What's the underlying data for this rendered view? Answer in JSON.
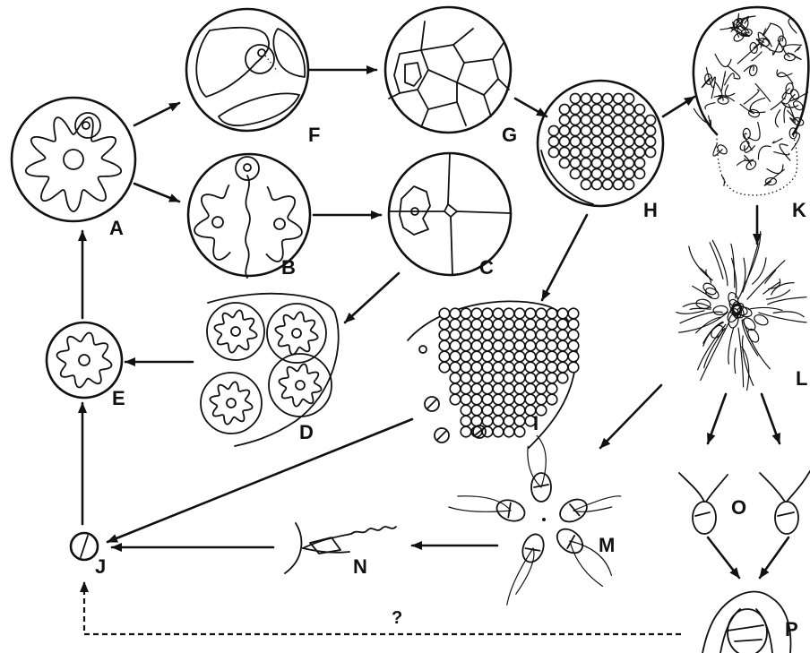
{
  "stages": [
    {
      "id": "A",
      "label": "A"
    },
    {
      "id": "B",
      "label": "B"
    },
    {
      "id": "C",
      "label": "C"
    },
    {
      "id": "D",
      "label": "D"
    },
    {
      "id": "E",
      "label": "E"
    },
    {
      "id": "F",
      "label": "F"
    },
    {
      "id": "G",
      "label": "G"
    },
    {
      "id": "H",
      "label": "H"
    },
    {
      "id": "I",
      "label": "I"
    },
    {
      "id": "J",
      "label": "J"
    },
    {
      "id": "K",
      "label": "K"
    },
    {
      "id": "L",
      "label": "L"
    },
    {
      "id": "M",
      "label": "M"
    },
    {
      "id": "N",
      "label": "N"
    },
    {
      "id": "O",
      "label": "O"
    },
    {
      "id": "P",
      "label": "P"
    }
  ],
  "uncertain_link": {
    "from": "P",
    "to": "J",
    "label": "?",
    "style": "dashed"
  },
  "links": [
    {
      "from": "A",
      "to": "F"
    },
    {
      "from": "A",
      "to": "B"
    },
    {
      "from": "F",
      "to": "G"
    },
    {
      "from": "G",
      "to": "H"
    },
    {
      "from": "H",
      "to": "K"
    },
    {
      "from": "H",
      "to": "I"
    },
    {
      "from": "B",
      "to": "C"
    },
    {
      "from": "C",
      "to": "D"
    },
    {
      "from": "D",
      "to": "E"
    },
    {
      "from": "E",
      "to": "A"
    },
    {
      "from": "J",
      "to": "E"
    },
    {
      "from": "I",
      "to": "J"
    },
    {
      "from": "K",
      "to": "L"
    },
    {
      "from": "L",
      "to": "M"
    },
    {
      "from": "L",
      "to": "O"
    },
    {
      "from": "O",
      "to": "P"
    },
    {
      "from": "M",
      "to": "N"
    },
    {
      "from": "N",
      "to": "J"
    }
  ]
}
